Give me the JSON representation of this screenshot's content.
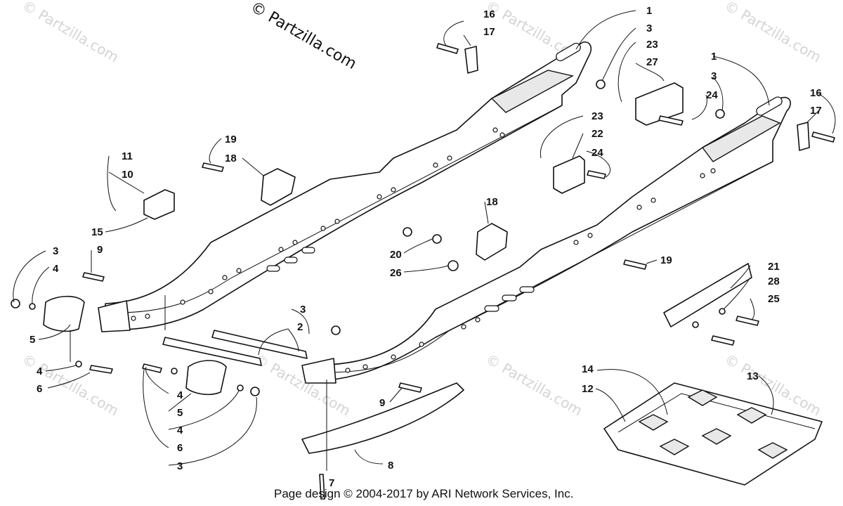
{
  "watermark": "© Partzilla.com",
  "brand_text": "© Partzilla.com",
  "footer_text": "Page design © 2004-2017 by ARI Network Services, Inc.",
  "callouts": [
    {
      "id": "c16a",
      "text": "16"
    },
    {
      "id": "c17a",
      "text": "17"
    },
    {
      "id": "c1a",
      "text": "1"
    },
    {
      "id": "c3a",
      "text": "3"
    },
    {
      "id": "c23a",
      "text": "23"
    },
    {
      "id": "c27",
      "text": "27"
    },
    {
      "id": "c1b",
      "text": "1"
    },
    {
      "id": "c3b",
      "text": "3"
    },
    {
      "id": "c24a",
      "text": "24"
    },
    {
      "id": "c16b",
      "text": "16"
    },
    {
      "id": "c17b",
      "text": "17"
    },
    {
      "id": "c23b",
      "text": "23"
    },
    {
      "id": "c22",
      "text": "22"
    },
    {
      "id": "c24b",
      "text": "24"
    },
    {
      "id": "c19a",
      "text": "19"
    },
    {
      "id": "c18a",
      "text": "18"
    },
    {
      "id": "c11",
      "text": "11"
    },
    {
      "id": "c10",
      "text": "10"
    },
    {
      "id": "c15",
      "text": "15"
    },
    {
      "id": "c18b",
      "text": "18"
    },
    {
      "id": "c20",
      "text": "20"
    },
    {
      "id": "c26",
      "text": "26"
    },
    {
      "id": "c19b",
      "text": "19"
    },
    {
      "id": "c3c",
      "text": "3"
    },
    {
      "id": "c4a",
      "text": "4"
    },
    {
      "id": "c9a",
      "text": "9"
    },
    {
      "id": "c21",
      "text": "21"
    },
    {
      "id": "c28",
      "text": "28"
    },
    {
      "id": "c25",
      "text": "25"
    },
    {
      "id": "c5a",
      "text": "5"
    },
    {
      "id": "c3d",
      "text": "3"
    },
    {
      "id": "c2",
      "text": "2"
    },
    {
      "id": "c4b",
      "text": "4"
    },
    {
      "id": "c6a",
      "text": "6"
    },
    {
      "id": "c14",
      "text": "14"
    },
    {
      "id": "c13",
      "text": "13"
    },
    {
      "id": "c12",
      "text": "12"
    },
    {
      "id": "c4c",
      "text": "4"
    },
    {
      "id": "c5b",
      "text": "5"
    },
    {
      "id": "c4d",
      "text": "4"
    },
    {
      "id": "c6b",
      "text": "6"
    },
    {
      "id": "c3e",
      "text": "3"
    },
    {
      "id": "c9b",
      "text": "9"
    },
    {
      "id": "c8",
      "text": "8"
    },
    {
      "id": "c7",
      "text": "7"
    }
  ]
}
